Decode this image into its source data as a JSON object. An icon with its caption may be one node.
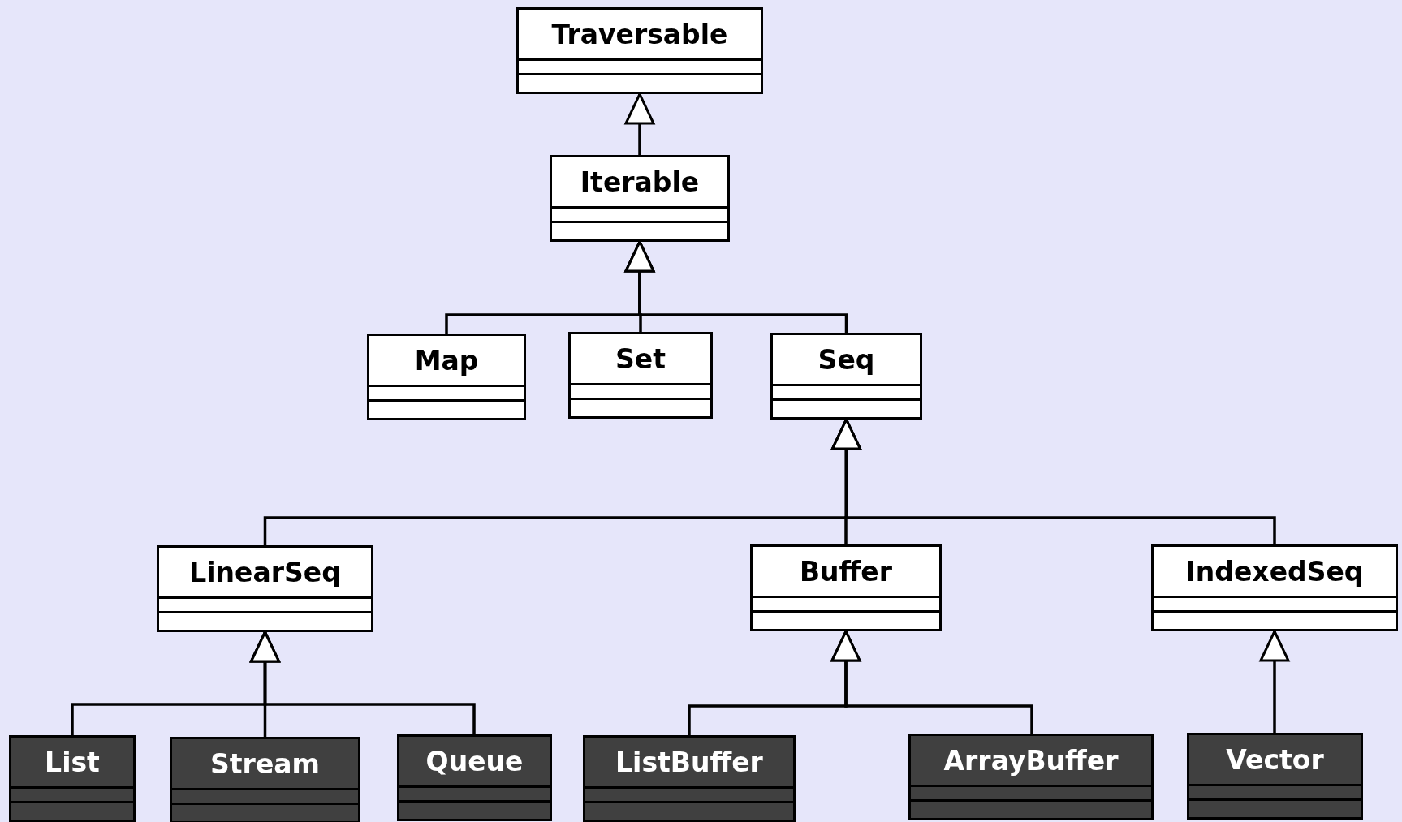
{
  "diagram": {
    "nodes": [
      {
        "text": [
          "Traversable"
        ]
      },
      {
        "text": [
          "Iterable"
        ]
      },
      {
        "text": [
          "Map"
        ]
      },
      {
        "text": [
          "Set"
        ]
      },
      {
        "text": [
          "Seq"
        ]
      },
      {
        "text": [
          "LinearSeq"
        ]
      },
      {
        "text": [
          "Buffer"
        ]
      },
      {
        "text": [
          "IndexedSeq"
        ]
      },
      {
        "text": [
          "List"
        ]
      },
      {
        "text": [
          "Stream"
        ]
      },
      {
        "text": [
          "Queue"
        ]
      },
      {
        "text": [
          "ListBuffer"
        ]
      },
      {
        "text": [
          "ArrayBuffer"
        ]
      },
      {
        "text": [
          "Vector"
        ]
      }
    ],
    "edges": [
      {
        "from": 1,
        "to": 0,
        "arrow": "to"
      },
      {
        "from": 2,
        "to": 1,
        "arrow": "to"
      },
      {
        "from": 3,
        "to": 1,
        "arrow": "to"
      },
      {
        "from": 4,
        "to": 1,
        "arrow": "to"
      },
      {
        "from": 5,
        "to": 4,
        "arrow": "to"
      },
      {
        "from": 6,
        "to": 4,
        "arrow": "to"
      },
      {
        "from": 7,
        "to": 4,
        "arrow": "to"
      },
      {
        "from": 8,
        "to": 5,
        "arrow": "to"
      },
      {
        "from": 9,
        "to": 5,
        "arrow": "to"
      },
      {
        "from": 10,
        "to": 5,
        "arrow": "to"
      },
      {
        "from": 11,
        "to": 6,
        "arrow": "to"
      },
      {
        "from": 12,
        "to": 6,
        "arrow": "to"
      },
      {
        "from": 13,
        "to": 7,
        "arrow": "to"
      }
    ]
  }
}
